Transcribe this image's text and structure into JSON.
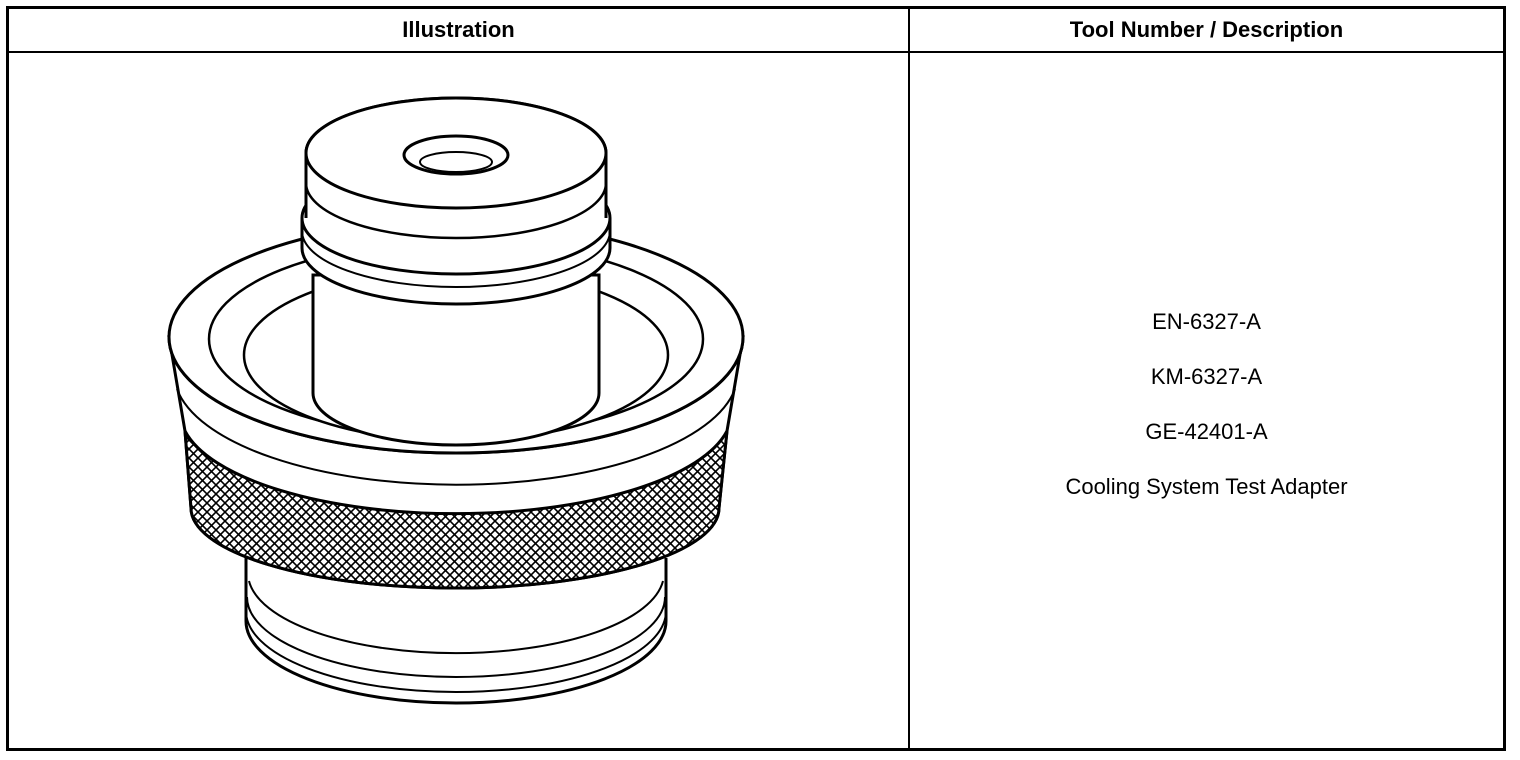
{
  "table": {
    "header_illustration": "Illustration",
    "header_description": "Tool Number / Description"
  },
  "tool": {
    "part_numbers": [
      "EN-6327-A",
      "KM-6327-A",
      "GE-42401-A"
    ],
    "description": "Cooling System Test Adapter"
  }
}
